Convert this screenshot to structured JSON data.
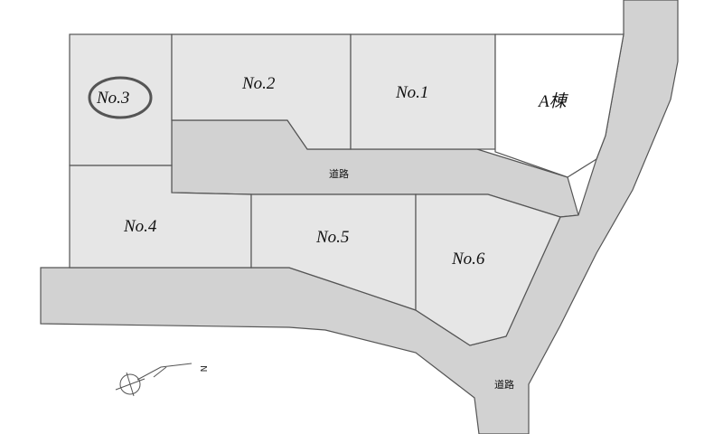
{
  "lots": [
    {
      "id": "no1",
      "label": "No.1"
    },
    {
      "id": "no2",
      "label": "No.2"
    },
    {
      "id": "no3",
      "label": "No.3",
      "highlighted": true
    },
    {
      "id": "no4",
      "label": "No.4"
    },
    {
      "id": "no5",
      "label": "No.5"
    },
    {
      "id": "no6",
      "label": "No.6"
    },
    {
      "id": "a-building",
      "label": "A棟"
    }
  ],
  "roads": [
    {
      "id": "road-inner",
      "label": "道路"
    },
    {
      "id": "road-outer",
      "label": "道路"
    }
  ],
  "compass": {
    "north_label": "N"
  },
  "colors": {
    "lot_fill": "#e6e6e6",
    "road_fill": "#d2d2d2",
    "highlight_ring": "#555555",
    "outline": "#555555"
  }
}
